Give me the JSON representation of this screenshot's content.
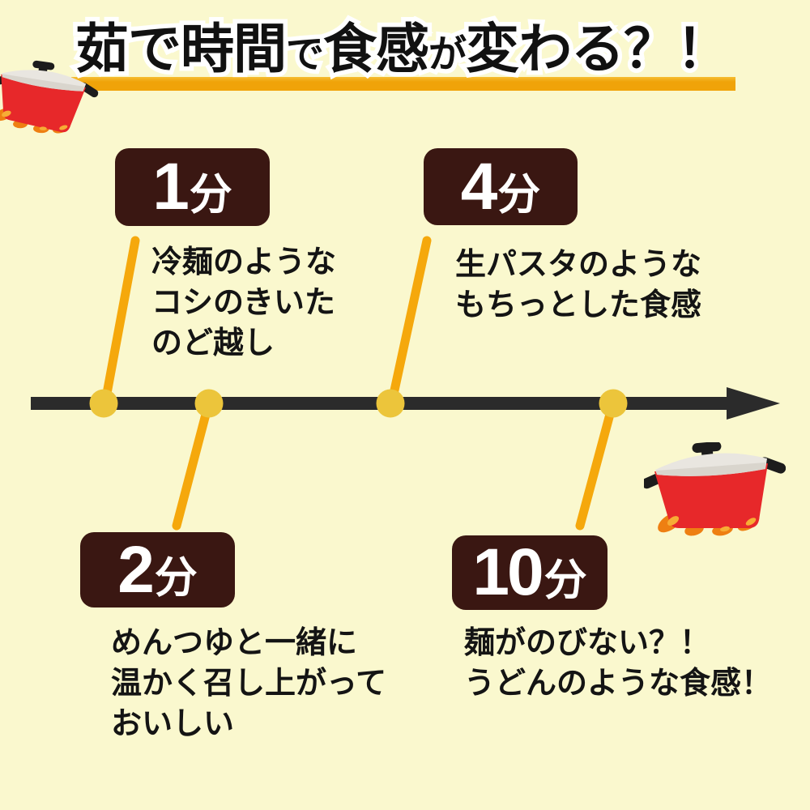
{
  "colors": {
    "background": "#FAF8CE",
    "title_underline_orange": "#F0A309",
    "connector_orange": "#F5A80C",
    "dot_yellow": "#ECC53B",
    "badge_brown": "#3A1712",
    "timeline_black": "#2B2B2B",
    "pot_red": "#E7282A",
    "pot_lid_gray": "#E9E6E0",
    "flame_orange": "#EE7F12",
    "text_black": "#141414",
    "badge_text": "#FFFFFF"
  },
  "title": {
    "full_text": "茹で時間で食感が変わる？！",
    "segments": [
      {
        "text": "茹で時間",
        "size": "large"
      },
      {
        "text": "で",
        "size": "small"
      },
      {
        "text": "食感",
        "size": "large"
      },
      {
        "text": "が",
        "size": "small"
      },
      {
        "text": "変わる？！",
        "size": "large"
      }
    ]
  },
  "timeline": {
    "direction": "left-to-right",
    "milestones": [
      {
        "time": "1",
        "unit": "分",
        "position": "above",
        "lines": [
          "冷麺のような",
          "コシのきいた",
          "のど越し"
        ]
      },
      {
        "time": "2",
        "unit": "分",
        "position": "below",
        "lines": [
          "めんつゆと一緒に",
          "温かく召し上がって",
          "おいしい"
        ]
      },
      {
        "time": "4",
        "unit": "分",
        "position": "above",
        "lines": [
          "生パスタのような",
          "もちっとした食感"
        ]
      },
      {
        "time": "10",
        "unit": "分",
        "position": "below",
        "lines": [
          "麺がのびない？！",
          "うどんのような食感！"
        ]
      }
    ]
  },
  "decorations": {
    "pot_top_left": "red pot on flames (tilted)",
    "pot_right": "red pot on flames"
  }
}
